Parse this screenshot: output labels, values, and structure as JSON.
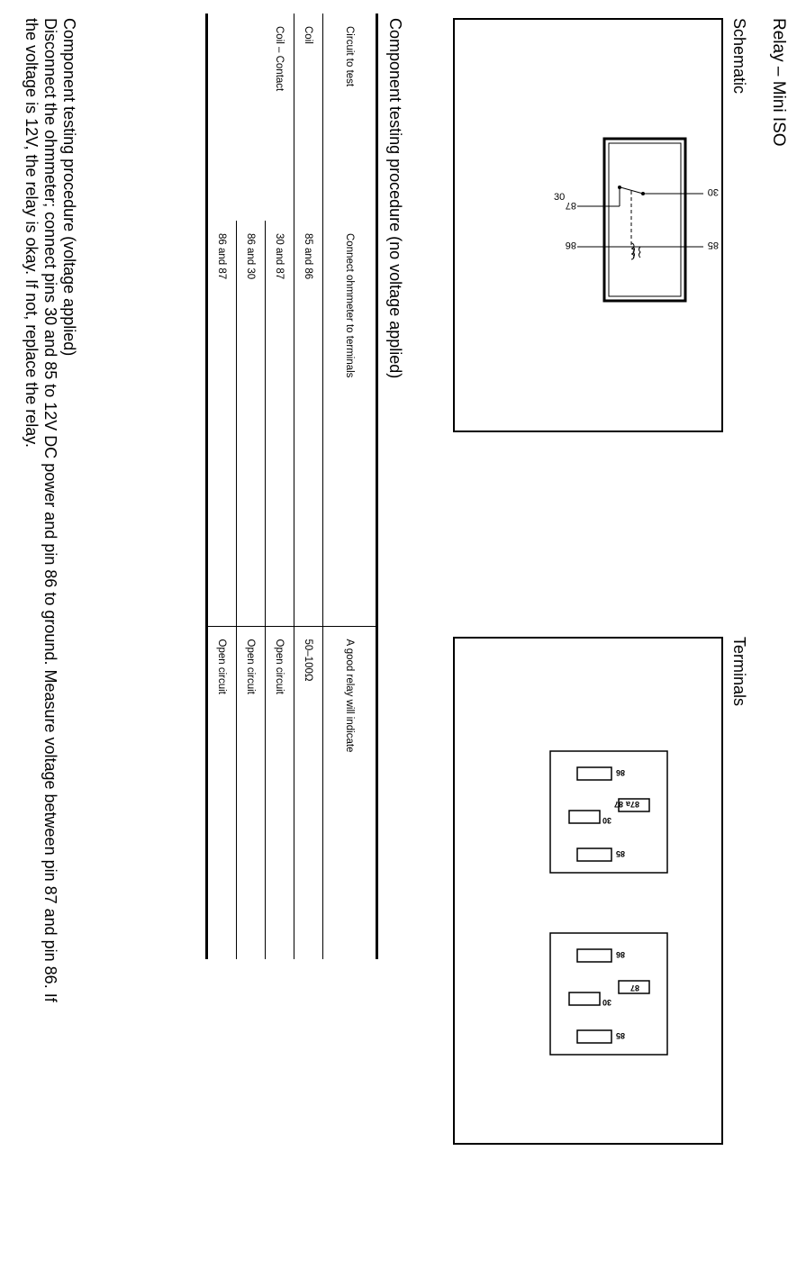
{
  "title": "Relay – Mini ISO",
  "schematic": {
    "heading": "Schematic",
    "pins": {
      "p30": "30",
      "p85": "85",
      "p87": "87",
      "p86": "86"
    }
  },
  "terminals": {
    "heading": "Terminals",
    "relay_5pin": {
      "p86": "86",
      "p87": "87",
      "p87a": "87a",
      "p30": "30",
      "p85": "85"
    },
    "relay_4pin": {
      "p86": "86",
      "p87": "87",
      "p30": "30",
      "p85": "85"
    }
  },
  "no_voltage": {
    "heading": "Component testing procedure (no voltage applied)",
    "columns": [
      "Circuit to test",
      "Connect ohmmeter to terminals",
      "A good relay will indicate"
    ],
    "rows": [
      {
        "circuit": "Coil",
        "terminals": "85 and 86",
        "result": "50–100Ω"
      },
      {
        "circuit": "Coil – Contact",
        "terminals": "30 and 87",
        "result": "Open circuit"
      },
      {
        "circuit": "",
        "terminals": "86 and 30",
        "result": "Open circuit"
      },
      {
        "circuit": "",
        "terminals": "86 and 87",
        "result": "Open circuit"
      }
    ]
  },
  "voltage": {
    "heading": "Component testing procedure (voltage applied)",
    "line1": "Disconnect the ohmmeter; connect pins 30 and 85 to 12V DC power and pin 86 to ground. Measure voltage between pin 87 and pin 86. If",
    "line2": "the voltage is 12V, the relay is okay. If not, replace the relay."
  }
}
